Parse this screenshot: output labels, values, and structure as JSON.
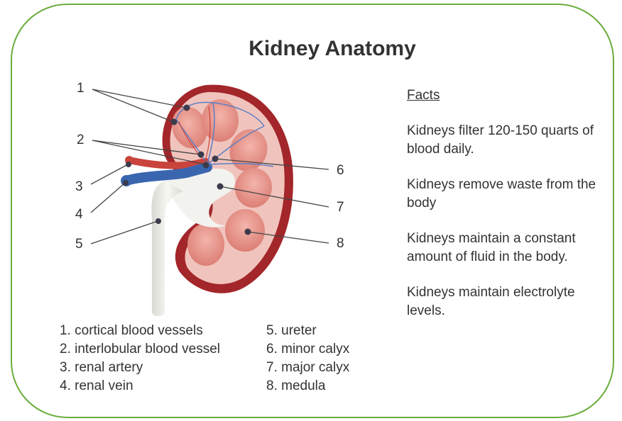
{
  "title": "Kidney Anatomy",
  "callouts": [
    "1",
    "2",
    "3",
    "4",
    "5",
    "6",
    "7",
    "8"
  ],
  "legend_left": [
    "1.  cortical blood vessels",
    "2. interlobular blood vessel",
    "3. renal artery",
    "4. renal vein"
  ],
  "legend_right": [
    "5. ureter",
    "6. minor calyx",
    "7. major calyx",
    "8. medula"
  ],
  "facts": {
    "heading": "Facts",
    "items": [
      "Kidneys filter 120-150 quarts of blood daily.",
      "Kidneys remove waste from the body",
      "Kidneys maintain a constant amount of fluid in the body.",
      "Kidneys maintain electrolyte levels."
    ]
  },
  "colors": {
    "border": "#6aad3c",
    "capsule": "#a3262a",
    "cortex": "#f0c4bd",
    "pyramid": "#e8938a",
    "calyx": "#f2f2ee",
    "artery": "#c9443c",
    "vein": "#3a66b0"
  }
}
